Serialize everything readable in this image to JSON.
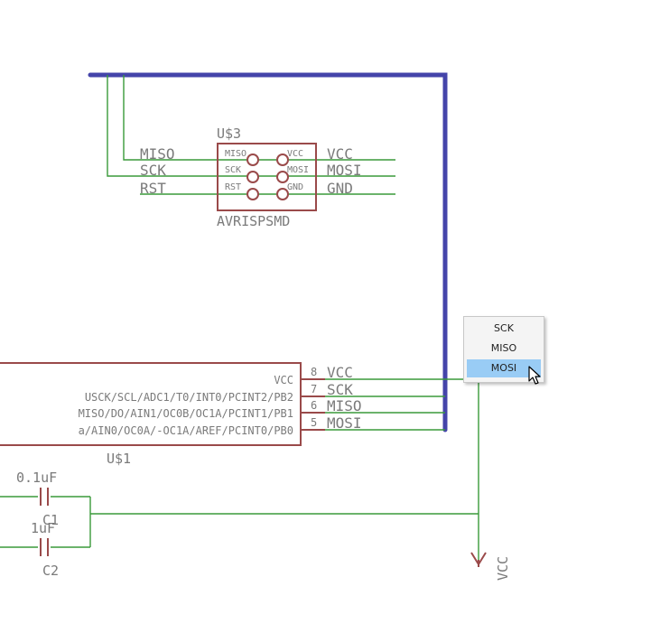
{
  "schematic": {
    "isp_header": {
      "name": "U$3",
      "value": "AVRISPSMD",
      "pin_labels": [
        "MISO",
        "VCC",
        "SCK",
        "MOSI",
        "RST",
        "GND"
      ],
      "net_left": [
        "MISO",
        "SCK",
        "RST"
      ],
      "net_right": [
        "VCC",
        "MOSI",
        "GND"
      ]
    },
    "mcu": {
      "name": "U$1",
      "pin_texts": [
        "VCC",
        "USCK/SCL/ADC1/T0/INT0/PCINT2/PB2",
        "MISO/DO/AIN1/OC0B/OC1A/PCINT1/PB1",
        "a/AIN0/OC0A/-OC1A/AREF/PCINT0/PB0"
      ],
      "pin_numbers": [
        "8",
        "7",
        "6",
        "5"
      ],
      "net_labels": [
        "VCC",
        "SCK",
        "MISO",
        "MOSI"
      ]
    },
    "capacitors": [
      {
        "value": "0.1uF",
        "name": "C1"
      },
      {
        "value": "1uF",
        "name": "C2"
      }
    ],
    "supply": {
      "label": "VCC"
    }
  },
  "popup_menu": {
    "items": [
      "SCK",
      "MISO",
      "MOSI"
    ],
    "selected": "MOSI"
  }
}
